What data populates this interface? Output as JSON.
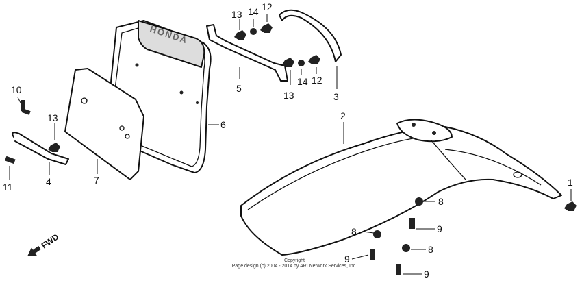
{
  "emblem_text": "HONDA",
  "fwd_label": "FWD",
  "copyright": {
    "line1": "Copyright",
    "line2": "Page design (c) 2004 - 2014 by ARI Network Services, Inc."
  },
  "callouts": {
    "c1": "1",
    "c2": "2",
    "c3": "3",
    "c4": "4",
    "c5": "5",
    "c6": "6",
    "c7": "7",
    "c8a": "8",
    "c8b": "8",
    "c8c": "8",
    "c9a": "9",
    "c9b": "9",
    "c9c": "9",
    "c10": "10",
    "c11": "11",
    "c12a": "12",
    "c12b": "12",
    "c13a": "13",
    "c13b": "13",
    "c13c": "13",
    "c14a": "14",
    "c14b": "14"
  }
}
